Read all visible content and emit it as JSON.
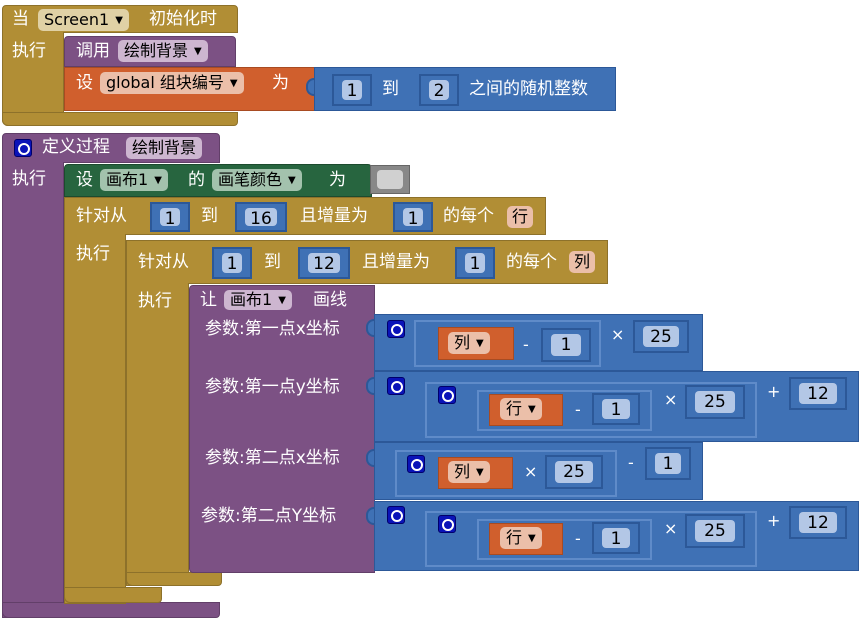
{
  "event": {
    "when": "当",
    "component": "Screen1",
    "initialize": "初始化时",
    "do": "执行"
  },
  "call": {
    "label": "调用",
    "procedure": "绘制背景"
  },
  "set_global": {
    "set": "设",
    "variable": "global 组块编号",
    "to": "为"
  },
  "random": {
    "from": "1",
    "to_label": "到",
    "to": "2",
    "label": "之间的随机整数"
  },
  "procedure": {
    "define": "定义过程",
    "name": "绘制背景",
    "do": "执行"
  },
  "set_color": {
    "set": "设",
    "component": "画布1",
    "of": "的",
    "property": "画笔颜色",
    "to": "为"
  },
  "outer_for": {
    "label": "针对从",
    "from": "1",
    "to_label": "到",
    "to": "16",
    "step_label": "且增量为",
    "step": "1",
    "each": "的每个",
    "var": "行",
    "do": "执行"
  },
  "inner_for": {
    "label": "针对从",
    "from": "1",
    "to_label": "到",
    "to": "12",
    "step_label": "且增量为",
    "step": "1",
    "each": "的每个",
    "var": "列",
    "do": "执行"
  },
  "draw_line": {
    "let": "让",
    "component": "画布1",
    "method": "画线",
    "params": [
      "参数:第一点x坐标",
      "参数:第一点y坐标",
      "参数:第二点x坐标",
      "参数:第二点Y坐标"
    ]
  },
  "args": {
    "x1": {
      "var": "列",
      "minus": "-",
      "one": "1",
      "times": "×",
      "scale": "25"
    },
    "y1": {
      "var": "行",
      "minus": "-",
      "one": "1",
      "times": "×",
      "scale": "25",
      "plus": "+",
      "offset": "12"
    },
    "x2": {
      "var": "列",
      "times": "×",
      "scale": "25",
      "minus": "-",
      "one": "1"
    },
    "y2": {
      "var": "行",
      "minus": "-",
      "one": "1",
      "times": "×",
      "scale": "25",
      "plus": "+",
      "offset": "12"
    }
  },
  "colors": {
    "control": "#b18e35",
    "procedure": "#7c5184",
    "variable": "#d05f2d",
    "math": "#3f71b5",
    "component": "#27653f"
  }
}
